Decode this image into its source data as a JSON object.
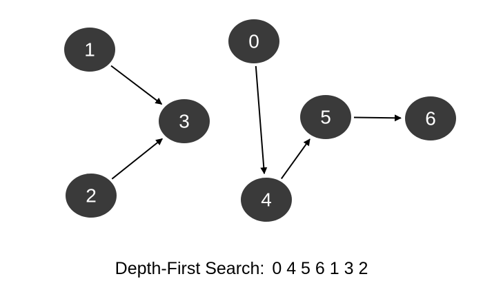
{
  "diagram": {
    "nodes": [
      {
        "id": "1",
        "label": "1"
      },
      {
        "id": "2",
        "label": "2"
      },
      {
        "id": "3",
        "label": "3"
      },
      {
        "id": "0",
        "label": "0"
      },
      {
        "id": "4",
        "label": "4"
      },
      {
        "id": "5",
        "label": "5"
      },
      {
        "id": "6",
        "label": "6"
      }
    ],
    "edges": [
      {
        "from": "1",
        "to": "3"
      },
      {
        "from": "2",
        "to": "3"
      },
      {
        "from": "0",
        "to": "4"
      },
      {
        "from": "4",
        "to": "5"
      },
      {
        "from": "5",
        "to": "6"
      }
    ],
    "colors": {
      "node_fill": "#3a3a3a",
      "node_text": "#ffffff",
      "edge": "#000000"
    }
  },
  "caption": {
    "label": "Depth-First Search:",
    "order": "0 4 5 6 1 3 2"
  }
}
